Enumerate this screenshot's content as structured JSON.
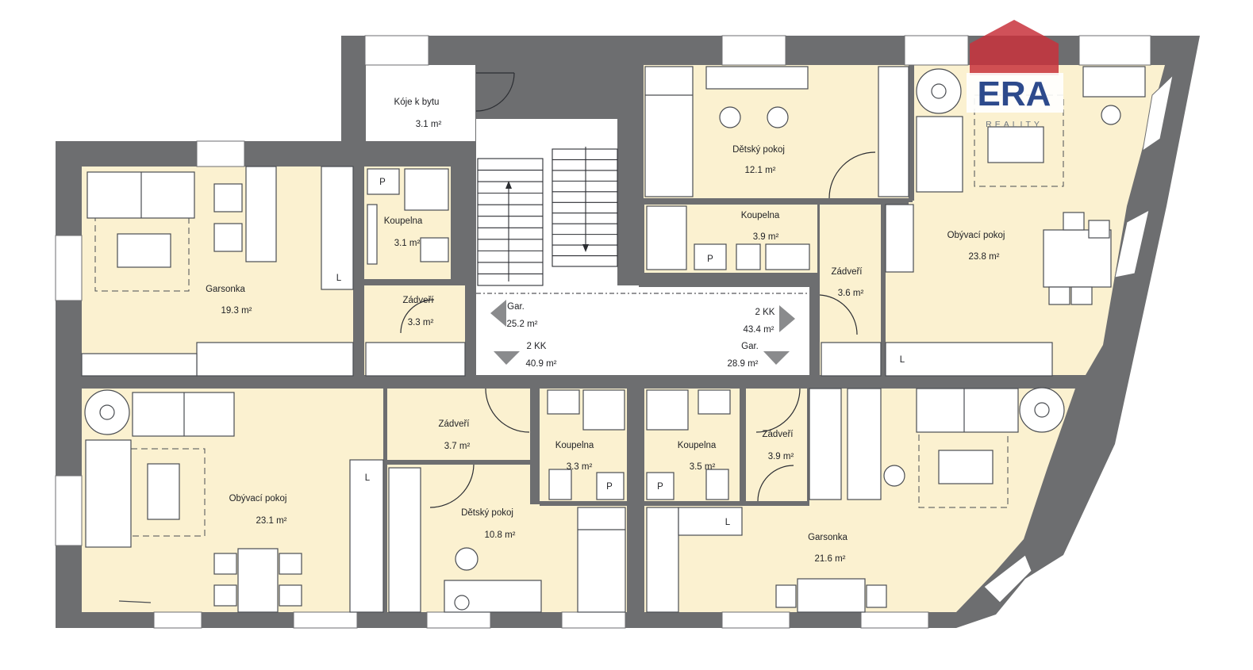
{
  "rooms": [
    {
      "name": "Kóje k bytu",
      "area": "3.1 m²"
    },
    {
      "name": "Dětský pokoj",
      "area": "12.1 m²"
    },
    {
      "name": "Obývací pokoj",
      "area": "23.8 m²"
    },
    {
      "name": "Garsonka",
      "area": "19.3 m²"
    },
    {
      "name": "Koupelna",
      "area": "3.1 m²"
    },
    {
      "name": "Zádveří",
      "area": "3.3 m²"
    },
    {
      "name": "Koupelna",
      "area": "3.9 m²"
    },
    {
      "name": "Zádveří",
      "area": "3.6 m²"
    },
    {
      "name": "Obývací pokoj",
      "area": "23.1 m²"
    },
    {
      "name": "Zádveří",
      "area": "3.7 m²"
    },
    {
      "name": "Dětský pokoj",
      "area": "10.8 m²"
    },
    {
      "name": "Koupelna",
      "area": "3.3 m²"
    },
    {
      "name": "Koupelna",
      "area": "3.5 m²"
    },
    {
      "name": "Zádveří",
      "area": "3.9 m²"
    },
    {
      "name": "Garsonka",
      "area": "21.6 m²"
    }
  ],
  "units": [
    {
      "name": "Gar.",
      "area": "25.2 m²"
    },
    {
      "name": "2 KK",
      "area": "40.9 m²"
    },
    {
      "name": "2 KK",
      "area": "43.4 m²"
    },
    {
      "name": "Gar.",
      "area": "28.9 m²"
    }
  ],
  "logo": {
    "brand": "ERA",
    "sub": "REALITY",
    "color": "#c8323c",
    "brand_color": "#2d4a8c"
  },
  "fixture_letters": {
    "p": "P",
    "l": "L"
  }
}
